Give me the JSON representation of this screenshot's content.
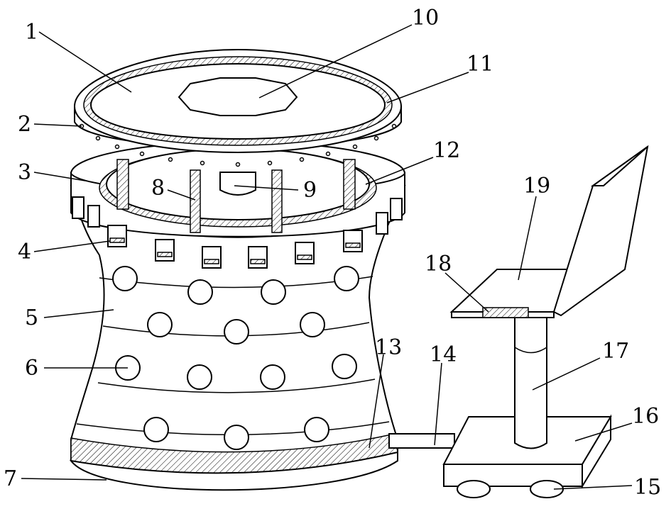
{
  "figure": {
    "labels": [
      {
        "id": "1",
        "text": "1"
      },
      {
        "id": "2",
        "text": "2"
      },
      {
        "id": "3",
        "text": "3"
      },
      {
        "id": "4",
        "text": "4"
      },
      {
        "id": "5",
        "text": "5"
      },
      {
        "id": "6",
        "text": "6"
      },
      {
        "id": "7",
        "text": "7"
      },
      {
        "id": "8",
        "text": "8"
      },
      {
        "id": "9",
        "text": "9"
      },
      {
        "id": "10",
        "text": "10"
      },
      {
        "id": "11",
        "text": "11"
      },
      {
        "id": "12",
        "text": "12"
      },
      {
        "id": "13",
        "text": "13"
      },
      {
        "id": "14",
        "text": "14"
      },
      {
        "id": "15",
        "text": "15"
      },
      {
        "id": "16",
        "text": "16"
      },
      {
        "id": "17",
        "text": "17"
      },
      {
        "id": "18",
        "text": "18"
      },
      {
        "id": "19",
        "text": "19"
      }
    ]
  }
}
